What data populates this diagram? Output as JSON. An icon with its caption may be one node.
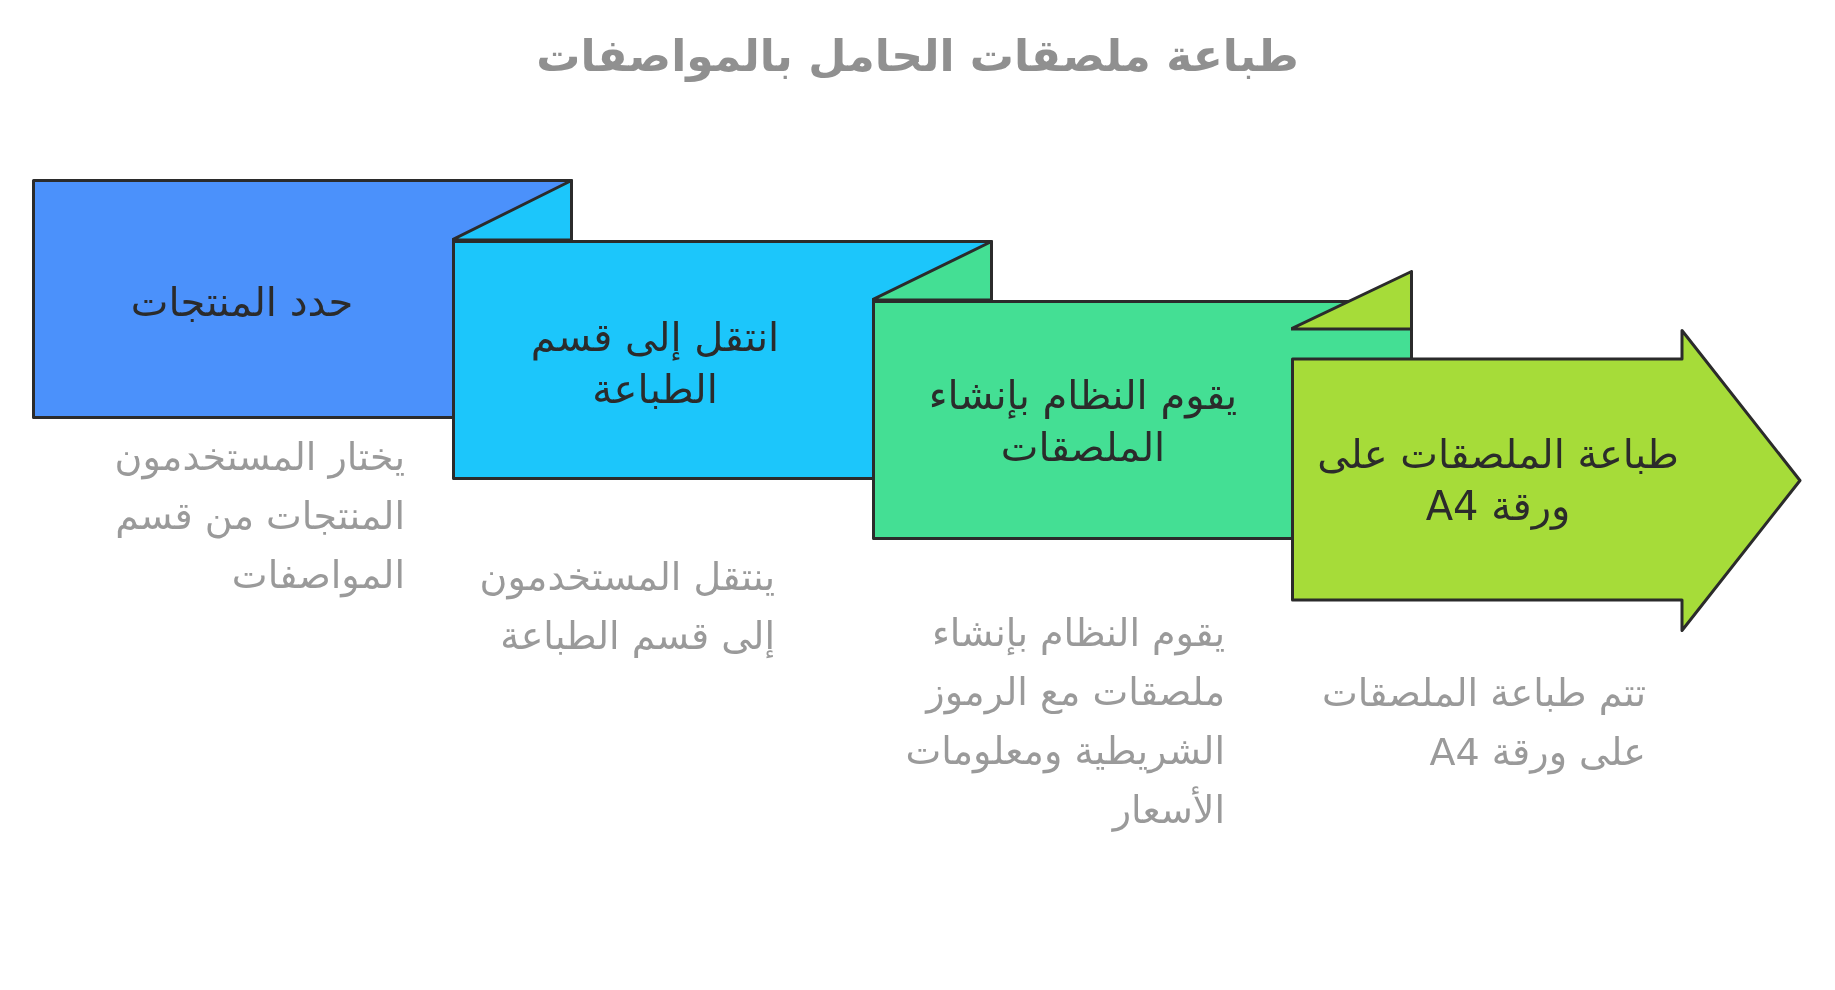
{
  "diagram": {
    "title": "طباعة ملصقات الحامل بالمواصفات",
    "nodes": [
      {
        "text": [
          "حدد المنتجات"
        ],
        "beside": [
          "يختار المستخدمون المنتجات من قسم المواصفات"
        ]
      },
      {
        "text": [
          "انتقل إلى قسم الطباعة"
        ],
        "beside": [
          "ينتقل المستخدمون إلى قسم الطباعة"
        ]
      },
      {
        "text": [
          "يقوم النظام بإنشاء الملصقات"
        ],
        "beside": [
          "يقوم النظام بإنشاء ملصقات مع الرموز الشريطية ومعلومات الأسعار"
        ]
      },
      {
        "text": [
          "طباعة الملصقات على ورقة A4"
        ],
        "beside": [
          "تتم طباعة الملصقات على ورقة A4"
        ]
      }
    ]
  }
}
